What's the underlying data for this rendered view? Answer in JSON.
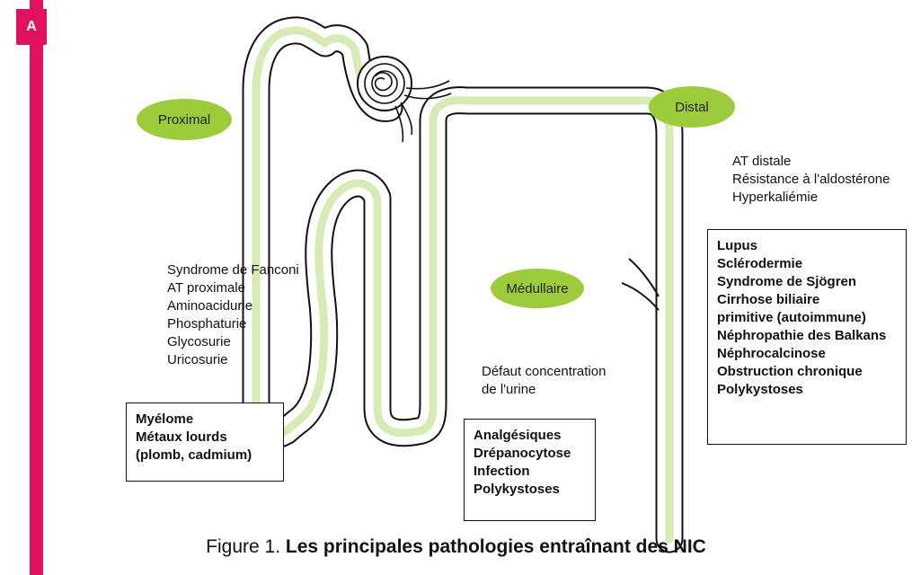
{
  "panel_label": "A",
  "regions": {
    "proximal": "Proximal",
    "distal": "Distal",
    "medullaire": "Médullaire"
  },
  "proximal_conditions": [
    "Syndrome de Fanconi",
    "AT proximale",
    "Aminoacidurie",
    "Phosphaturie",
    "Glycosurie",
    "Uricosurie"
  ],
  "proximal_box": [
    "Myélome",
    "Métaux lourds",
    "(plomb, cadmium)"
  ],
  "medullaire_conditions": [
    "Défaut concentration",
    "de l'urine"
  ],
  "medullaire_box": [
    "Analgésiques",
    "Drépanocytose",
    "Infection",
    "Polykystoses"
  ],
  "distal_conditions": [
    "AT distale",
    "Résistance à l'aldostérone",
    "Hyperkaliémie"
  ],
  "distal_box": [
    "Lupus",
    "Sclérodermie",
    "Syndrome de Sjögren",
    "Cirrhose biliaire",
    "primitive (autoimmune)",
    "Néphropathie des Balkans",
    "Néphrocalcinose",
    "Obstruction chronique",
    "Polykystoses"
  ],
  "caption": {
    "prefix": "Figure 1. ",
    "title": "Les principales pathologies entraînant des NIC"
  },
  "colors": {
    "accent": "#e0115f",
    "region_fill": "#9ccc3b",
    "tubule_fill": "#d7ecb5"
  }
}
